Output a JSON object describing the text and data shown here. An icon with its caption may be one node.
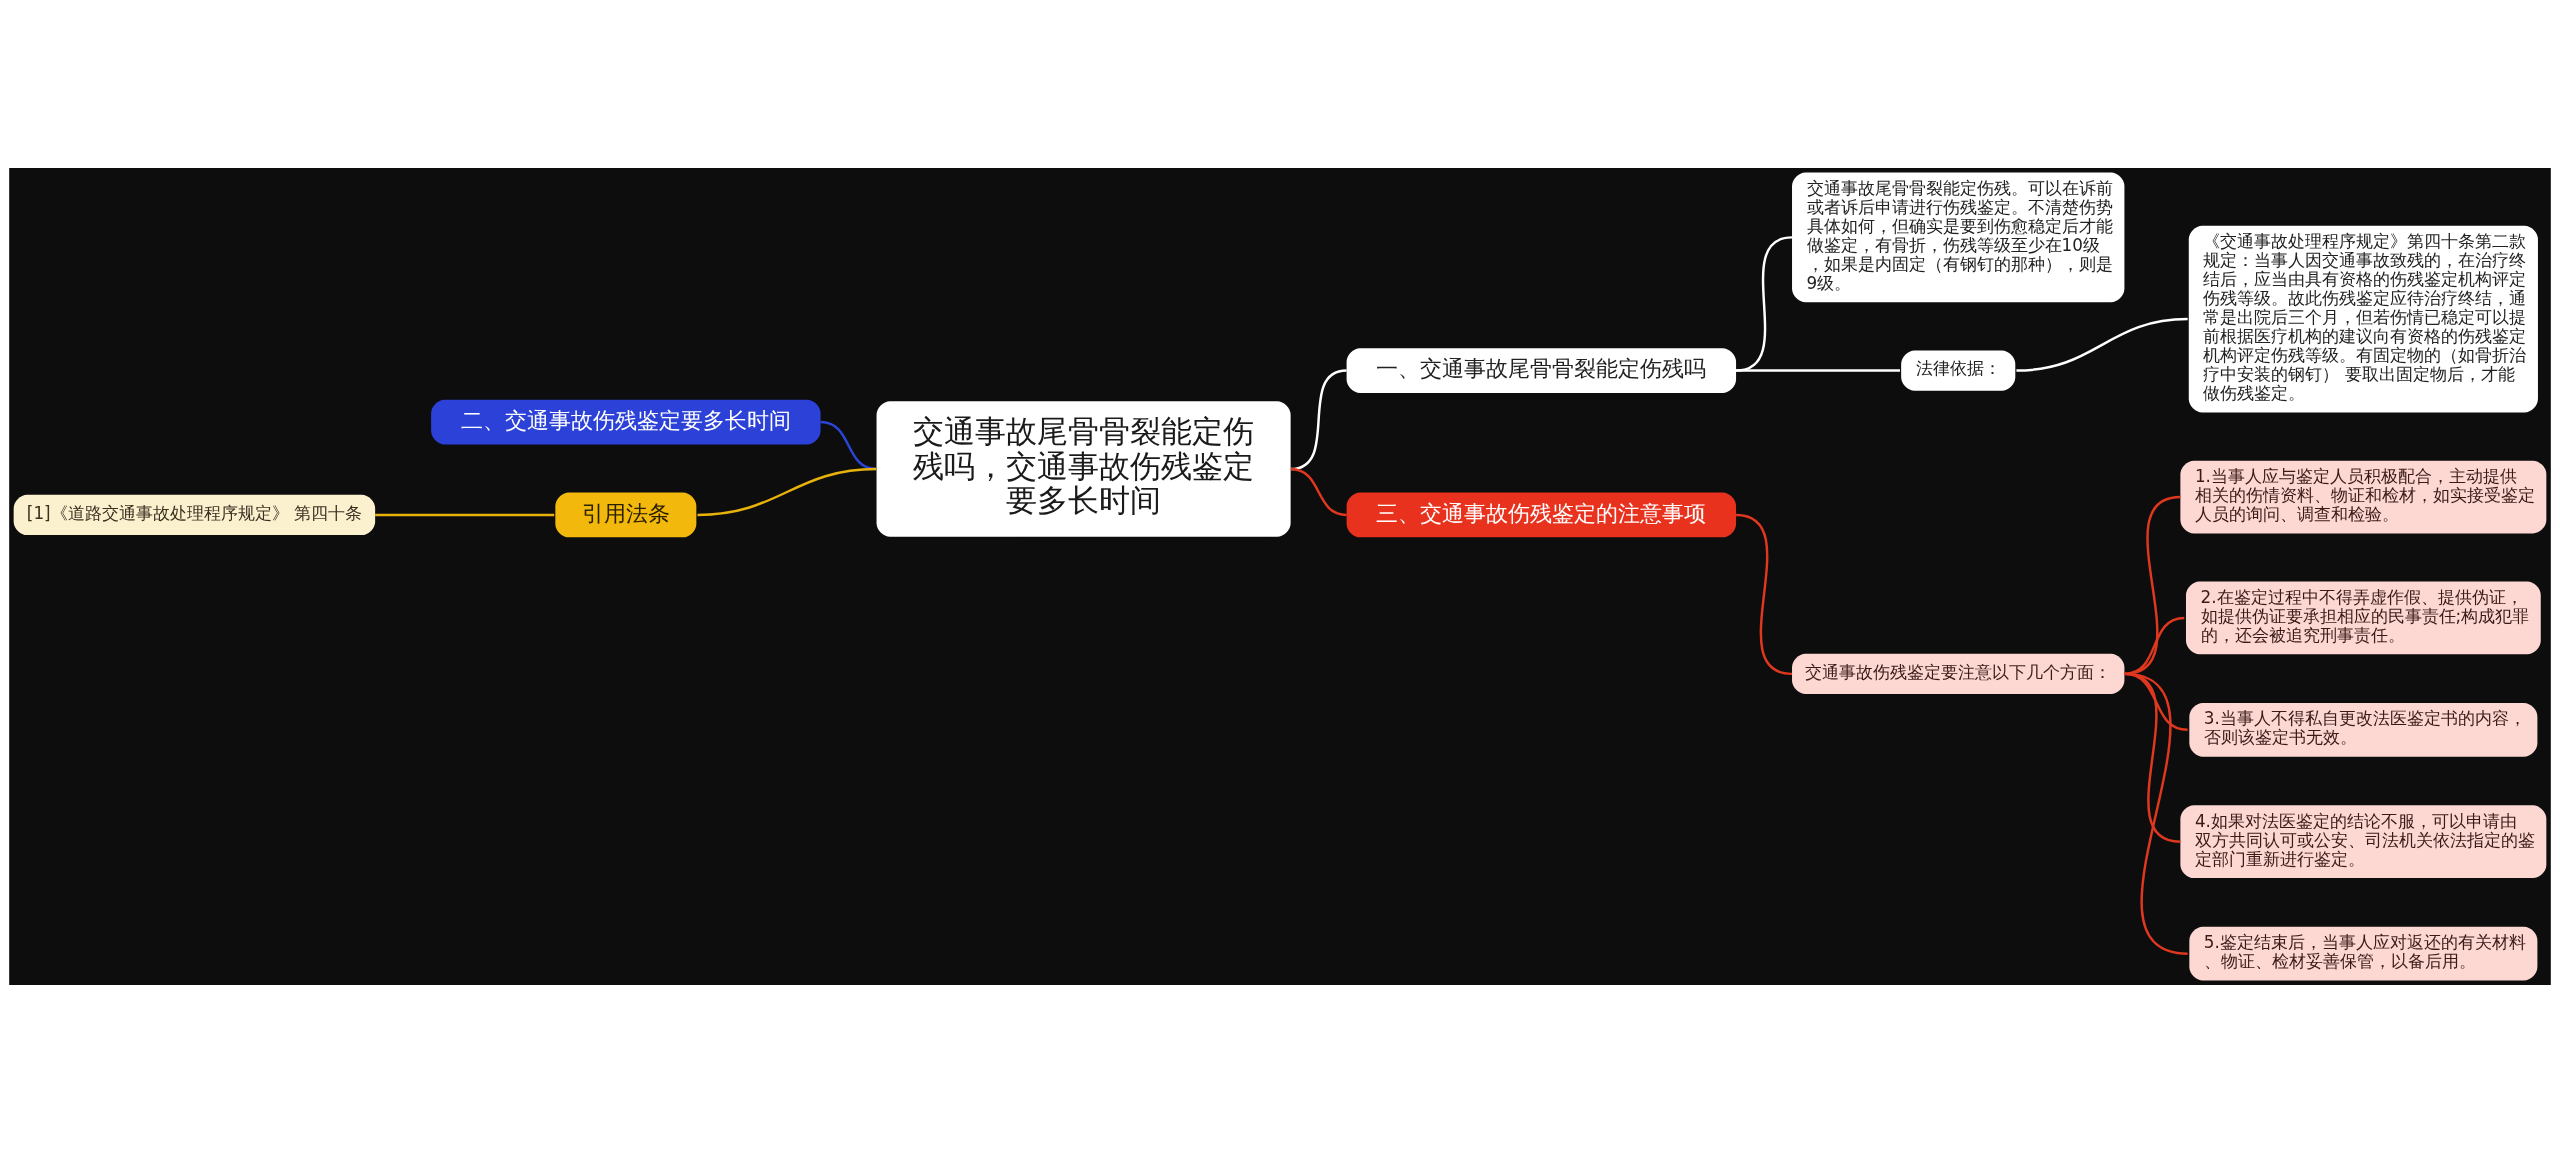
{
  "diagram": {
    "nodes": [
      {
        "text": [
          "交通事故尾骨骨裂能定伤残吗，交通事故伤残鉴定要多长时间"
        ]
      },
      {
        "text": [
          "一、交通事故尾骨骨裂能定伤残吗"
        ]
      },
      {
        "text": [
          "交通事故尾骨骨裂能定伤残。可以在诉前或者诉后申请进行伤残鉴定。不清楚伤势具体如何，但确实是要到伤愈稳定后才能做鉴定，有骨折，伤残等级至少在10级，如果是内固定（有钢钉的那种），则是9级。"
        ]
      },
      {
        "text": [
          "法律依据："
        ]
      },
      {
        "text": [
          "《交通事故处理程序规定》第四十条第二款规定：当事人因交通事故致残的，在治疗终结后，应当由具有资格的伤残鉴定机构评定伤残等级。故此伤残鉴定应待治疗终结，通常是出院后三个月，但若伤情已稳定可以提前根据医疗机构的建议向有资格的伤残鉴定机构评定伤残等级。有固定物的（如骨折治疗中安装的钢钉） 要取出固定物后，才能做伤残鉴定。"
        ]
      },
      {
        "text": [
          "二、交通事故伤残鉴定要多长时间"
        ]
      },
      {
        "text": [
          "引用法条"
        ]
      },
      {
        "text": [
          "[1]《道路交通事故处理程序规定》 第四十条"
        ]
      },
      {
        "text": [
          "三、交通事故伤残鉴定的注意事项"
        ]
      },
      {
        "text": [
          "交通事故伤残鉴定要注意以下几个方面："
        ]
      },
      {
        "text": [
          "1.当事人应与鉴定人员积极配合，主动提供相关的伤情资料、物证和检材，如实接受鉴定人员的询问、调查和检验。"
        ]
      },
      {
        "text": [
          "2.在鉴定过程中不得弄虚作假、提供伪证，如提供伪证要承担相应的民事责任;构成犯罪的，还会被追究刑事责任。"
        ]
      },
      {
        "text": [
          "3.当事人不得私自更改法医鉴定书的内容，否则该鉴定书无效。"
        ]
      },
      {
        "text": [
          "4.如果对法医鉴定的结论不服，可以申请由双方共同认可或公安、司法机关依法指定的鉴定部门重新进行鉴定。"
        ]
      },
      {
        "text": [
          "5.鉴定结束后，当事人应对返还的有关材料、物证、检材妥善保管，以备后用。"
        ]
      }
    ],
    "edges": [
      {
        "from": 0,
        "to": 1,
        "arrow": "none",
        "color": "#ffffff"
      },
      {
        "from": 1,
        "to": 2,
        "arrow": "none",
        "color": "#ffffff"
      },
      {
        "from": 1,
        "to": 3,
        "arrow": "none",
        "color": "#ffffff"
      },
      {
        "from": 3,
        "to": 4,
        "arrow": "none",
        "color": "#ffffff"
      },
      {
        "from": 0,
        "to": 5,
        "arrow": "none",
        "color": "#2b45d8"
      },
      {
        "from": 0,
        "to": 6,
        "arrow": "none",
        "color": "#e8b20c"
      },
      {
        "from": 6,
        "to": 7,
        "arrow": "none",
        "color": "#e8b20c"
      },
      {
        "from": 0,
        "to": 8,
        "arrow": "none"
      },
      {
        "from": 8,
        "to": 9,
        "arrow": "none"
      },
      {
        "from": 9,
        "to": 10,
        "arrow": "none"
      },
      {
        "from": 9,
        "to": 11,
        "arrow": "none"
      },
      {
        "from": 9,
        "to": 12,
        "arrow": "none"
      },
      {
        "from": 9,
        "to": 13,
        "arrow": "none"
      },
      {
        "from": 9,
        "to": 14,
        "arrow": "none"
      }
    ]
  }
}
